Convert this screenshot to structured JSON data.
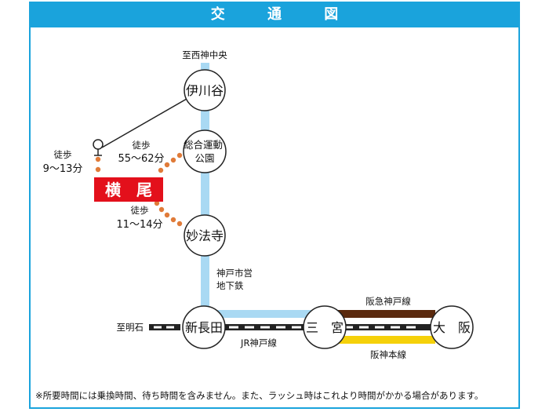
{
  "header": {
    "title": "交 通 図"
  },
  "lines": {
    "metro": {
      "name": "神戸市営\n地下鉄",
      "color": "#a9d9f3"
    },
    "jr": {
      "name": "JR神戸線"
    },
    "hankyu": {
      "name": "阪急神戸線",
      "color": "#5b2a0e"
    },
    "hanshin": {
      "name": "阪神本線",
      "color": "#f5d10a"
    }
  },
  "labels": {
    "to_seishin": "至西神中央",
    "to_akashi": "至明石"
  },
  "stations": {
    "ikawadani": "伊川谷",
    "sogo": "総合運動\n公園",
    "myohoji": "妙法寺",
    "shinnagata": "新長田",
    "sannomiya": "三　宮",
    "osaka": "大　阪"
  },
  "location": {
    "name": "横　尾",
    "color": "#e3101b"
  },
  "walk": [
    {
      "label": "徒歩",
      "time": "9〜13分"
    },
    {
      "label": "徒歩",
      "time": "55〜62分"
    },
    {
      "label": "徒歩",
      "time": "11〜14分"
    }
  ],
  "colors": {
    "accent": "#1aa3dc",
    "walk_dot": "#e07b39"
  },
  "note": "※所要時間には乗換時間、待ち時間を含みません。また、ラッシュ時はこれより時間がかかる場合があります。"
}
